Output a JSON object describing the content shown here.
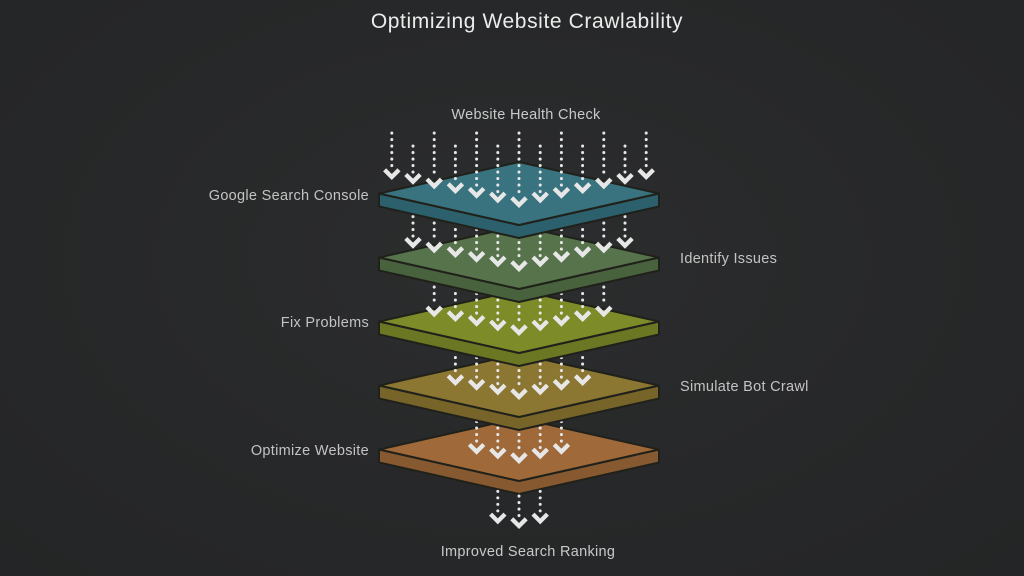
{
  "title": "Optimizing Website Crawlability",
  "flow": {
    "input_label": "Website Health Check",
    "output_label": "Improved Search Ranking"
  },
  "layers": [
    {
      "label": "Google Search Console",
      "side": "left",
      "top_color": "#39737f",
      "edge_color": "#2c606c"
    },
    {
      "label": "Identify Issues",
      "side": "right",
      "top_color": "#57734b",
      "edge_color": "#49623e"
    },
    {
      "label": "Fix Problems",
      "side": "left",
      "top_color": "#7e8b29",
      "edge_color": "#6b7723"
    },
    {
      "label": "Simulate Bot Crawl",
      "side": "right",
      "top_color": "#8b7632",
      "edge_color": "#776429"
    },
    {
      "label": "Optimize Website",
      "side": "left",
      "top_color": "#9f693a",
      "edge_color": "#875930"
    }
  ],
  "arrows": {
    "color": "#e7e7e7",
    "rows": [
      13,
      11,
      9,
      7,
      5,
      3
    ]
  },
  "colors": {
    "background": "#282a2b",
    "outline": "#20211a",
    "title_text": "#ececec",
    "label_text": "#c3c3c3"
  }
}
